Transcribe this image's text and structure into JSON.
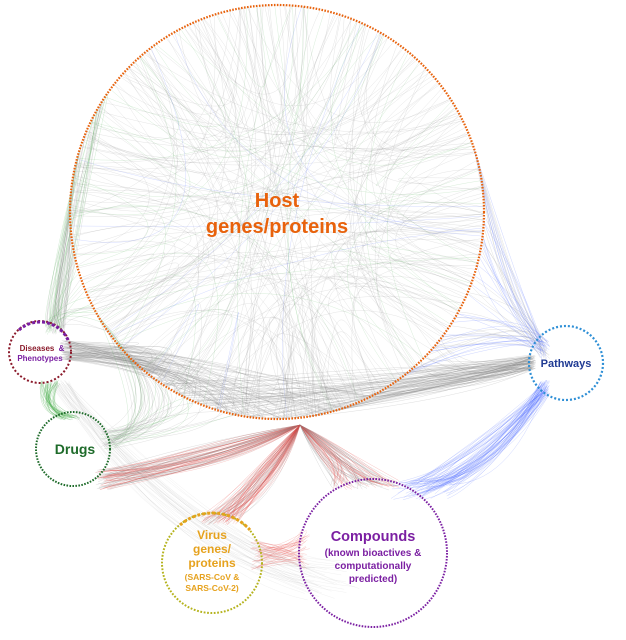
{
  "diagram": {
    "host": {
      "line1": "Host",
      "line2": "genes/proteins",
      "color": "#e8620c"
    },
    "diseases": {
      "word1": "Diseases",
      "amp": "&",
      "word2": "Phenotypes",
      "color": "#8b1a2b",
      "accent": "#7a1fa2"
    },
    "drugs": {
      "label": "Drugs",
      "color": "#1e6b2a"
    },
    "virus": {
      "line1": "Virus",
      "line2": "genes/",
      "line3": "proteins",
      "line4": "(SARS-CoV &",
      "line5": "SARS-CoV-2)",
      "color": "#e6a21e",
      "accent": "#b5b31e"
    },
    "compounds": {
      "line1": "Compounds",
      "line2": "(known bioactives &",
      "line3": "computationally",
      "line4": "predicted)",
      "color": "#7b1fa2"
    },
    "pathways": {
      "label": "Pathways",
      "color": "#1f3a93",
      "ring": "#2e8fd6"
    },
    "edge_colors": {
      "gray": "#8a8a8a",
      "green": "#4caf50",
      "blue": "#3d5afe",
      "red": "#e53935"
    }
  }
}
